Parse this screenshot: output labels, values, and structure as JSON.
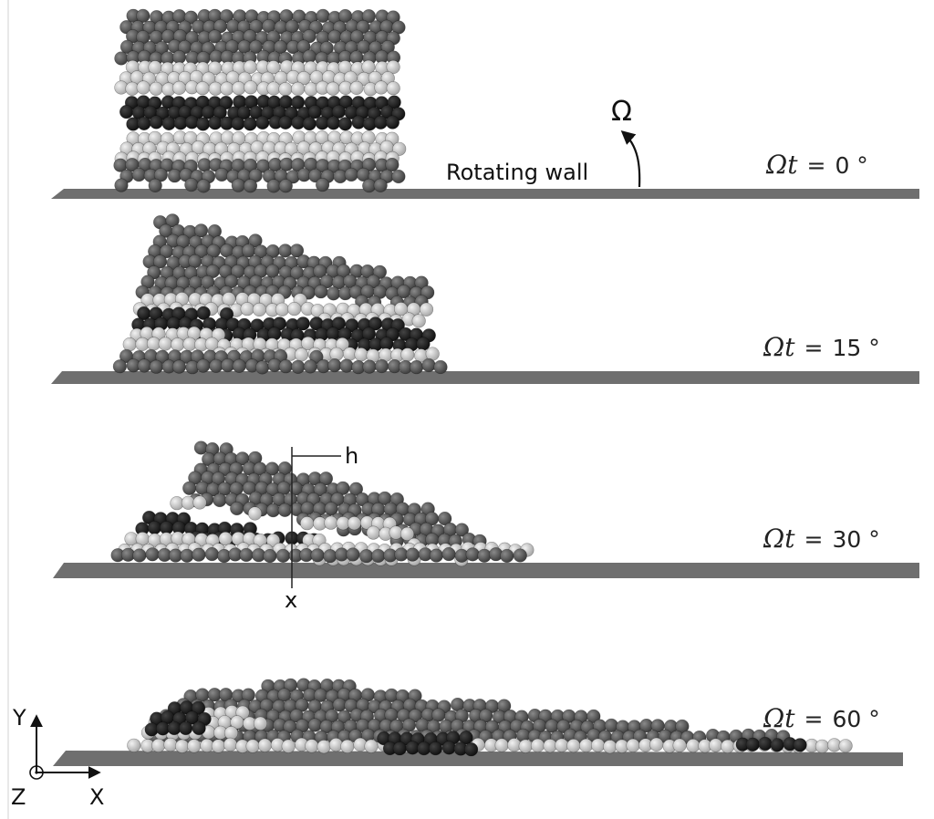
{
  "annotations": {
    "omega_symbol": "Ω",
    "rotating_wall": "Rotating wall",
    "height_marker": "h",
    "position_marker": "x"
  },
  "panels": [
    {
      "omega": "Ω",
      "t": "t",
      "equals": "=",
      "value": "0 °"
    },
    {
      "omega": "Ω",
      "t": "t",
      "equals": "=",
      "value": "15 °"
    },
    {
      "omega": "Ω",
      "t": "t",
      "equals": "=",
      "value": "30 °"
    },
    {
      "omega": "Ω",
      "t": "t",
      "equals": "=",
      "value": "60 °"
    }
  ],
  "axes": {
    "y": "Y",
    "x": "X",
    "z": "Z"
  },
  "colors": {
    "dark_gray": "#5a5a5a",
    "light_gray": "#c8c8c8",
    "black": "#1e1e1e",
    "floor": "#6f6f6f"
  }
}
